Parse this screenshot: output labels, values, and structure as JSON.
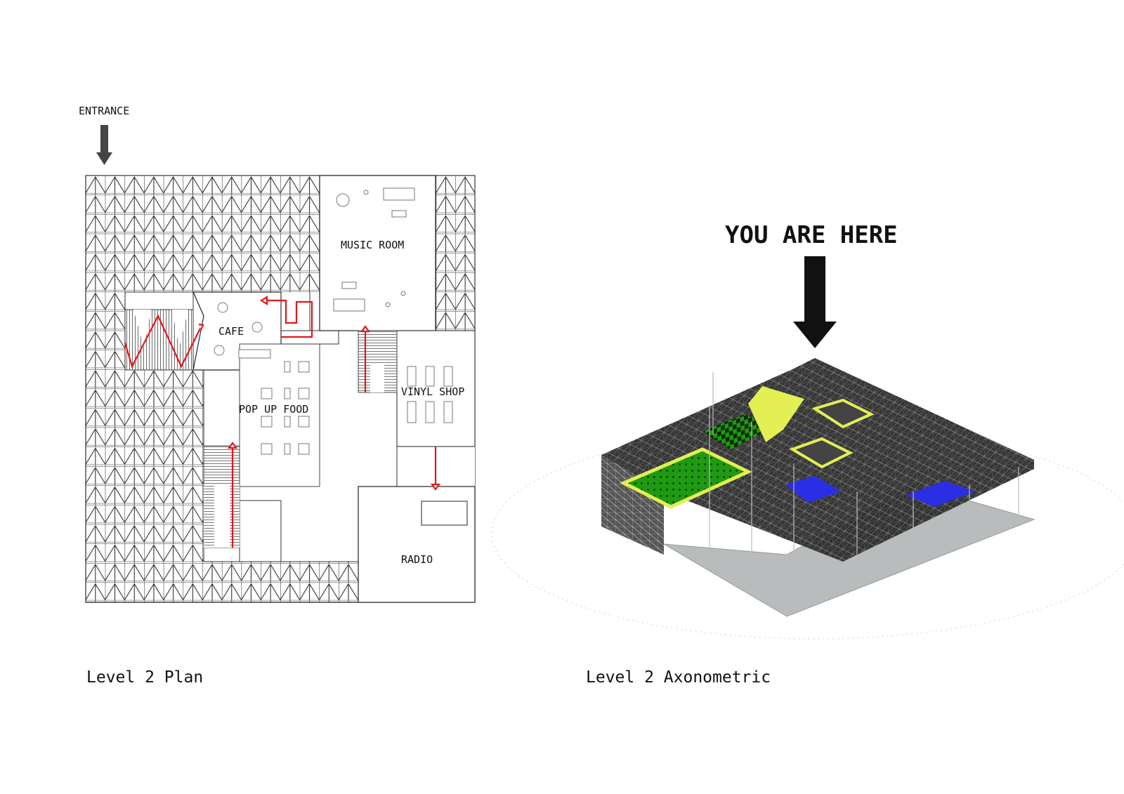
{
  "plan": {
    "entrance_label": "ENTRANCE",
    "rooms": {
      "music_room": "MUSIC ROOM",
      "cafe": "CAFE",
      "pop_up_food": "POP UP FOOD",
      "vinyl_shop": "VINYL SHOP",
      "radio": "RADIO"
    },
    "caption": "Level 2 Plan",
    "route_color": "#e8141b"
  },
  "axonometric": {
    "marker_label": "YOU ARE HERE",
    "caption": "Level 2 Axonometric",
    "colors": {
      "green": "#1f9a12",
      "blue": "#2a2fe6",
      "yellow": "#e3ef52",
      "steel": "#1a1a1a",
      "slab": "#b9bcbc"
    }
  }
}
